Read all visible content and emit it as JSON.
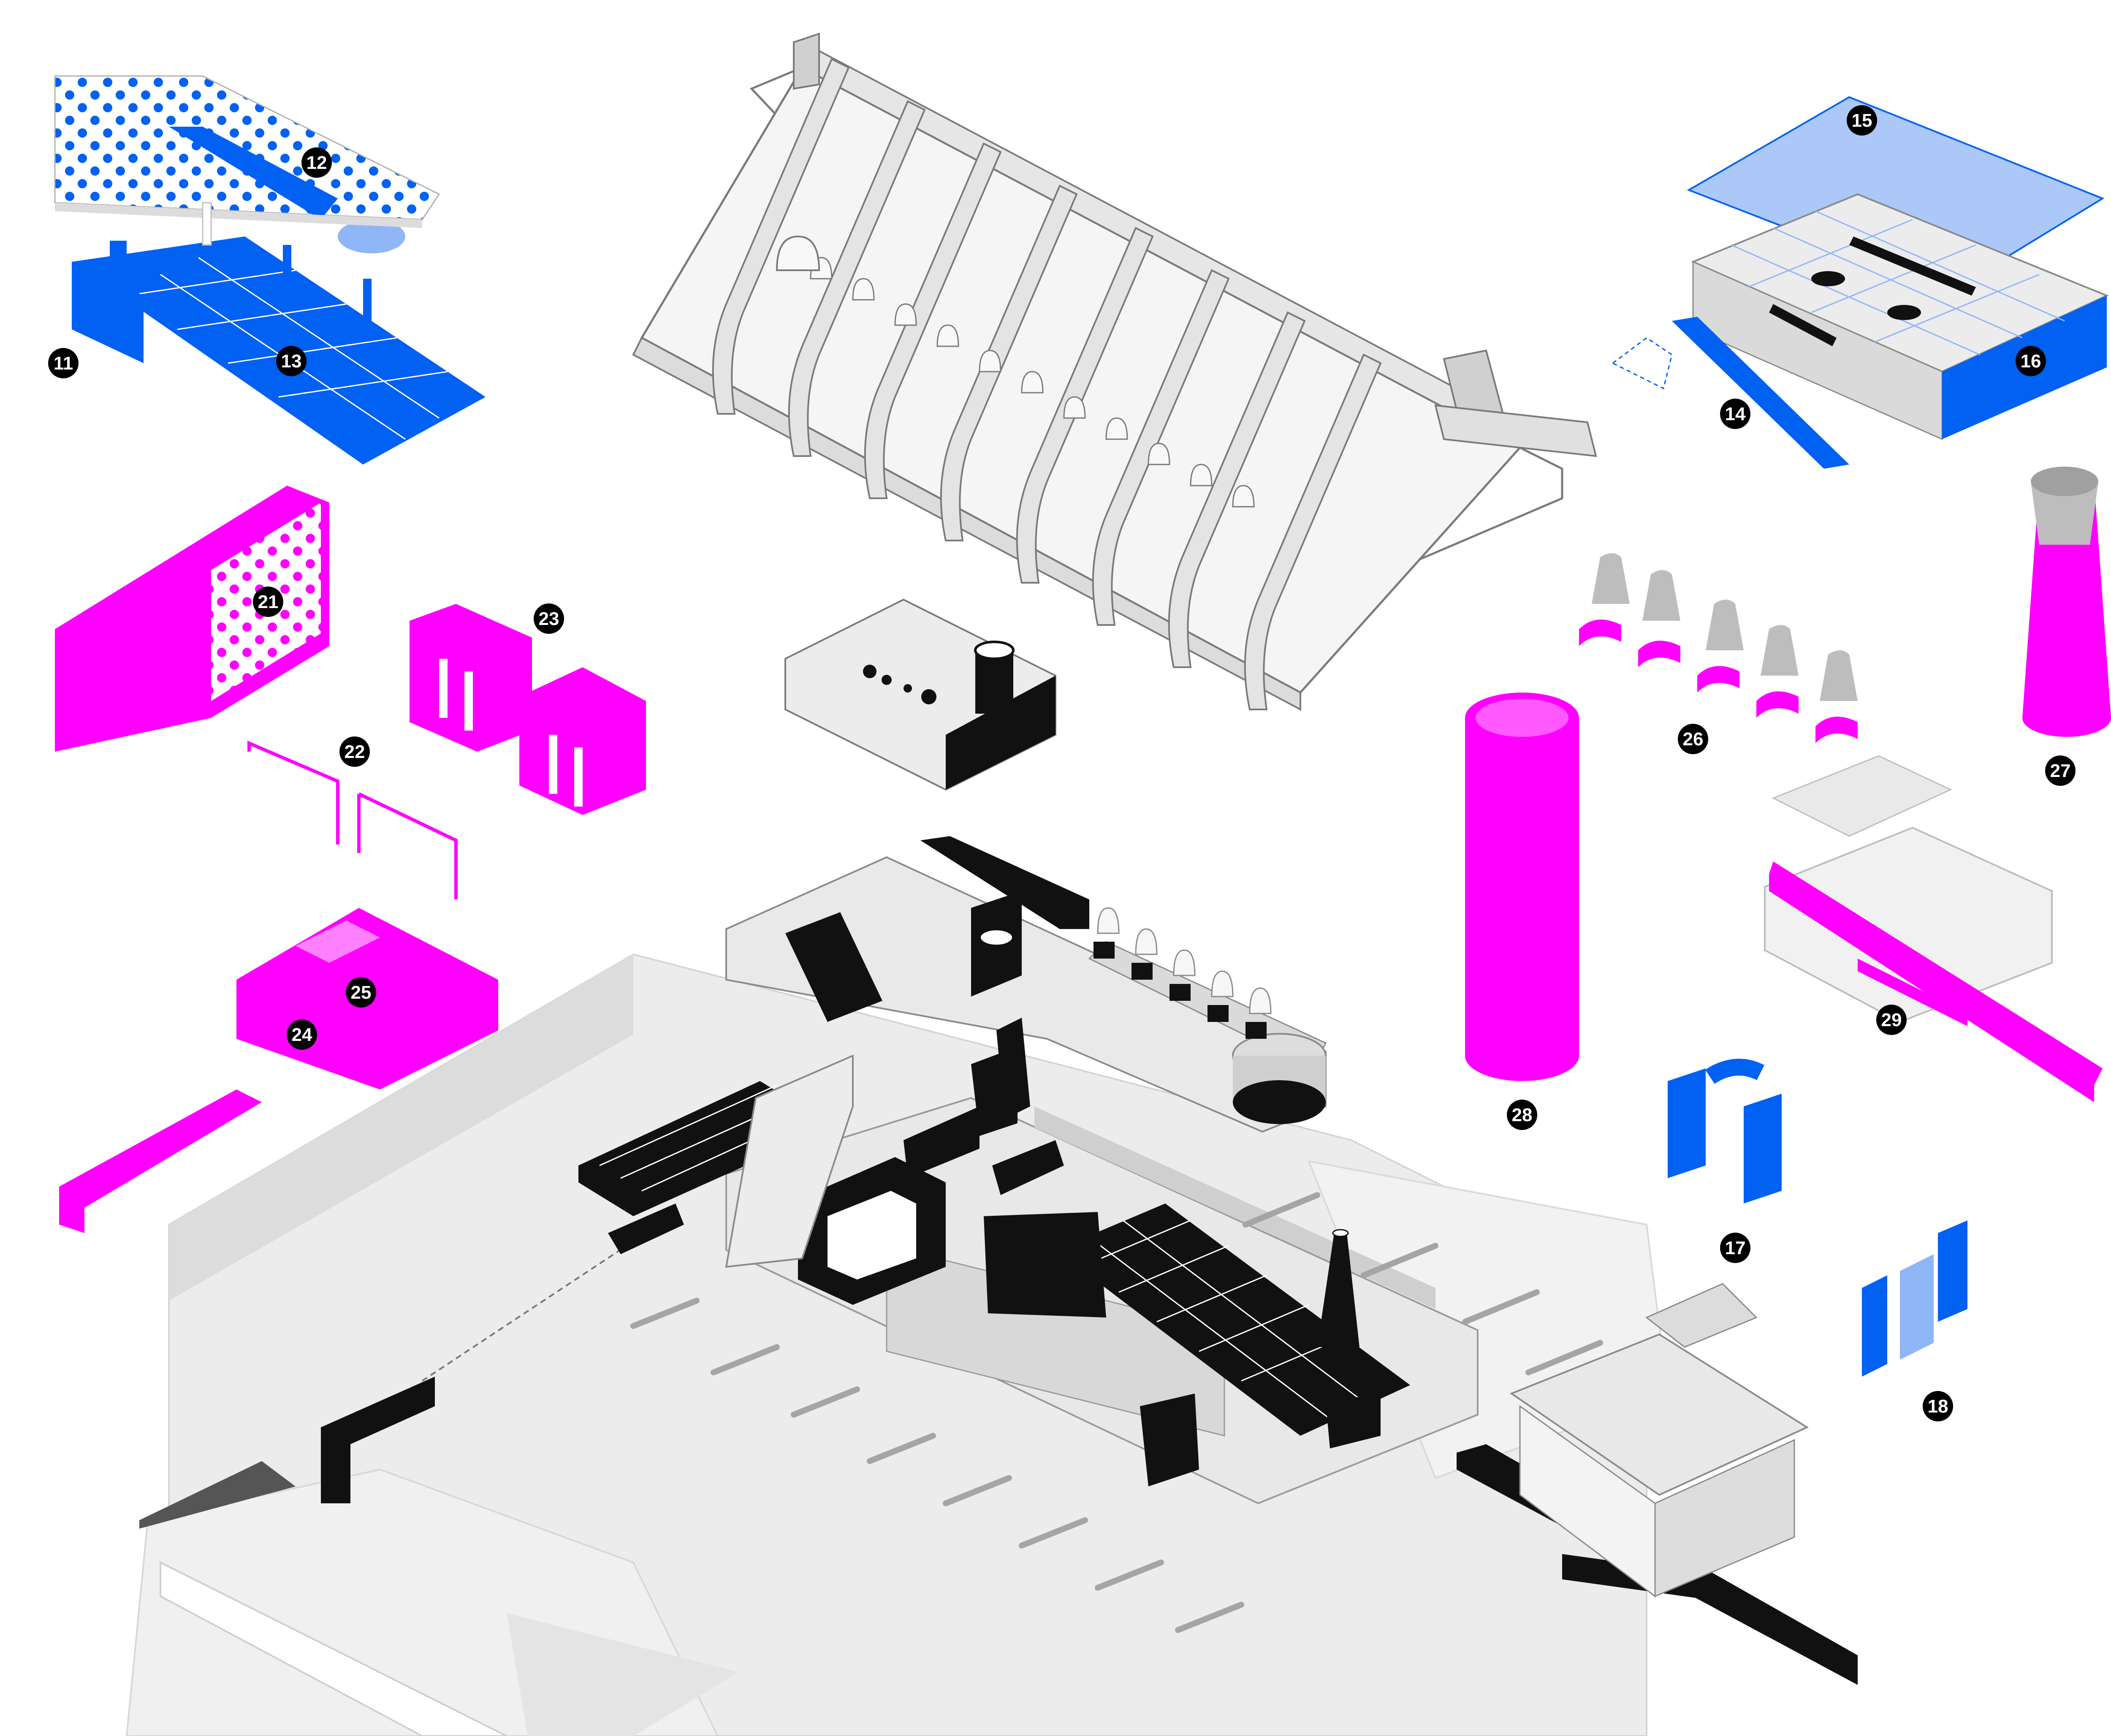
{
  "colors": {
    "blue": "#0061f2",
    "light_blue": "#8fb6f7",
    "magenta": "#ff00ff",
    "black": "#111111",
    "light_gray": "#e3e3e3",
    "mid_gray": "#bdbdbd",
    "outline": "#7a7a7a"
  },
  "markers": [
    {
      "id": "m11",
      "label": "11",
      "color": "blue"
    },
    {
      "id": "m12",
      "label": "12",
      "color": "blue"
    },
    {
      "id": "m13",
      "label": "13",
      "color": "blue"
    },
    {
      "id": "m14",
      "label": "14",
      "color": "blue"
    },
    {
      "id": "m15",
      "label": "15",
      "color": "blue"
    },
    {
      "id": "m16",
      "label": "16",
      "color": "blue"
    },
    {
      "id": "m17",
      "label": "17",
      "color": "blue"
    },
    {
      "id": "m18",
      "label": "18",
      "color": "blue"
    },
    {
      "id": "m21",
      "label": "21",
      "color": "magenta"
    },
    {
      "id": "m22",
      "label": "22",
      "color": "magenta"
    },
    {
      "id": "m23",
      "label": "23",
      "color": "magenta"
    },
    {
      "id": "m24",
      "label": "24",
      "color": "magenta"
    },
    {
      "id": "m25",
      "label": "25",
      "color": "magenta"
    },
    {
      "id": "m26",
      "label": "26",
      "color": "magenta"
    },
    {
      "id": "m27",
      "label": "27",
      "color": "magenta"
    },
    {
      "id": "m28",
      "label": "28",
      "color": "magenta"
    },
    {
      "id": "m29",
      "label": "29",
      "color": "magenta"
    }
  ]
}
